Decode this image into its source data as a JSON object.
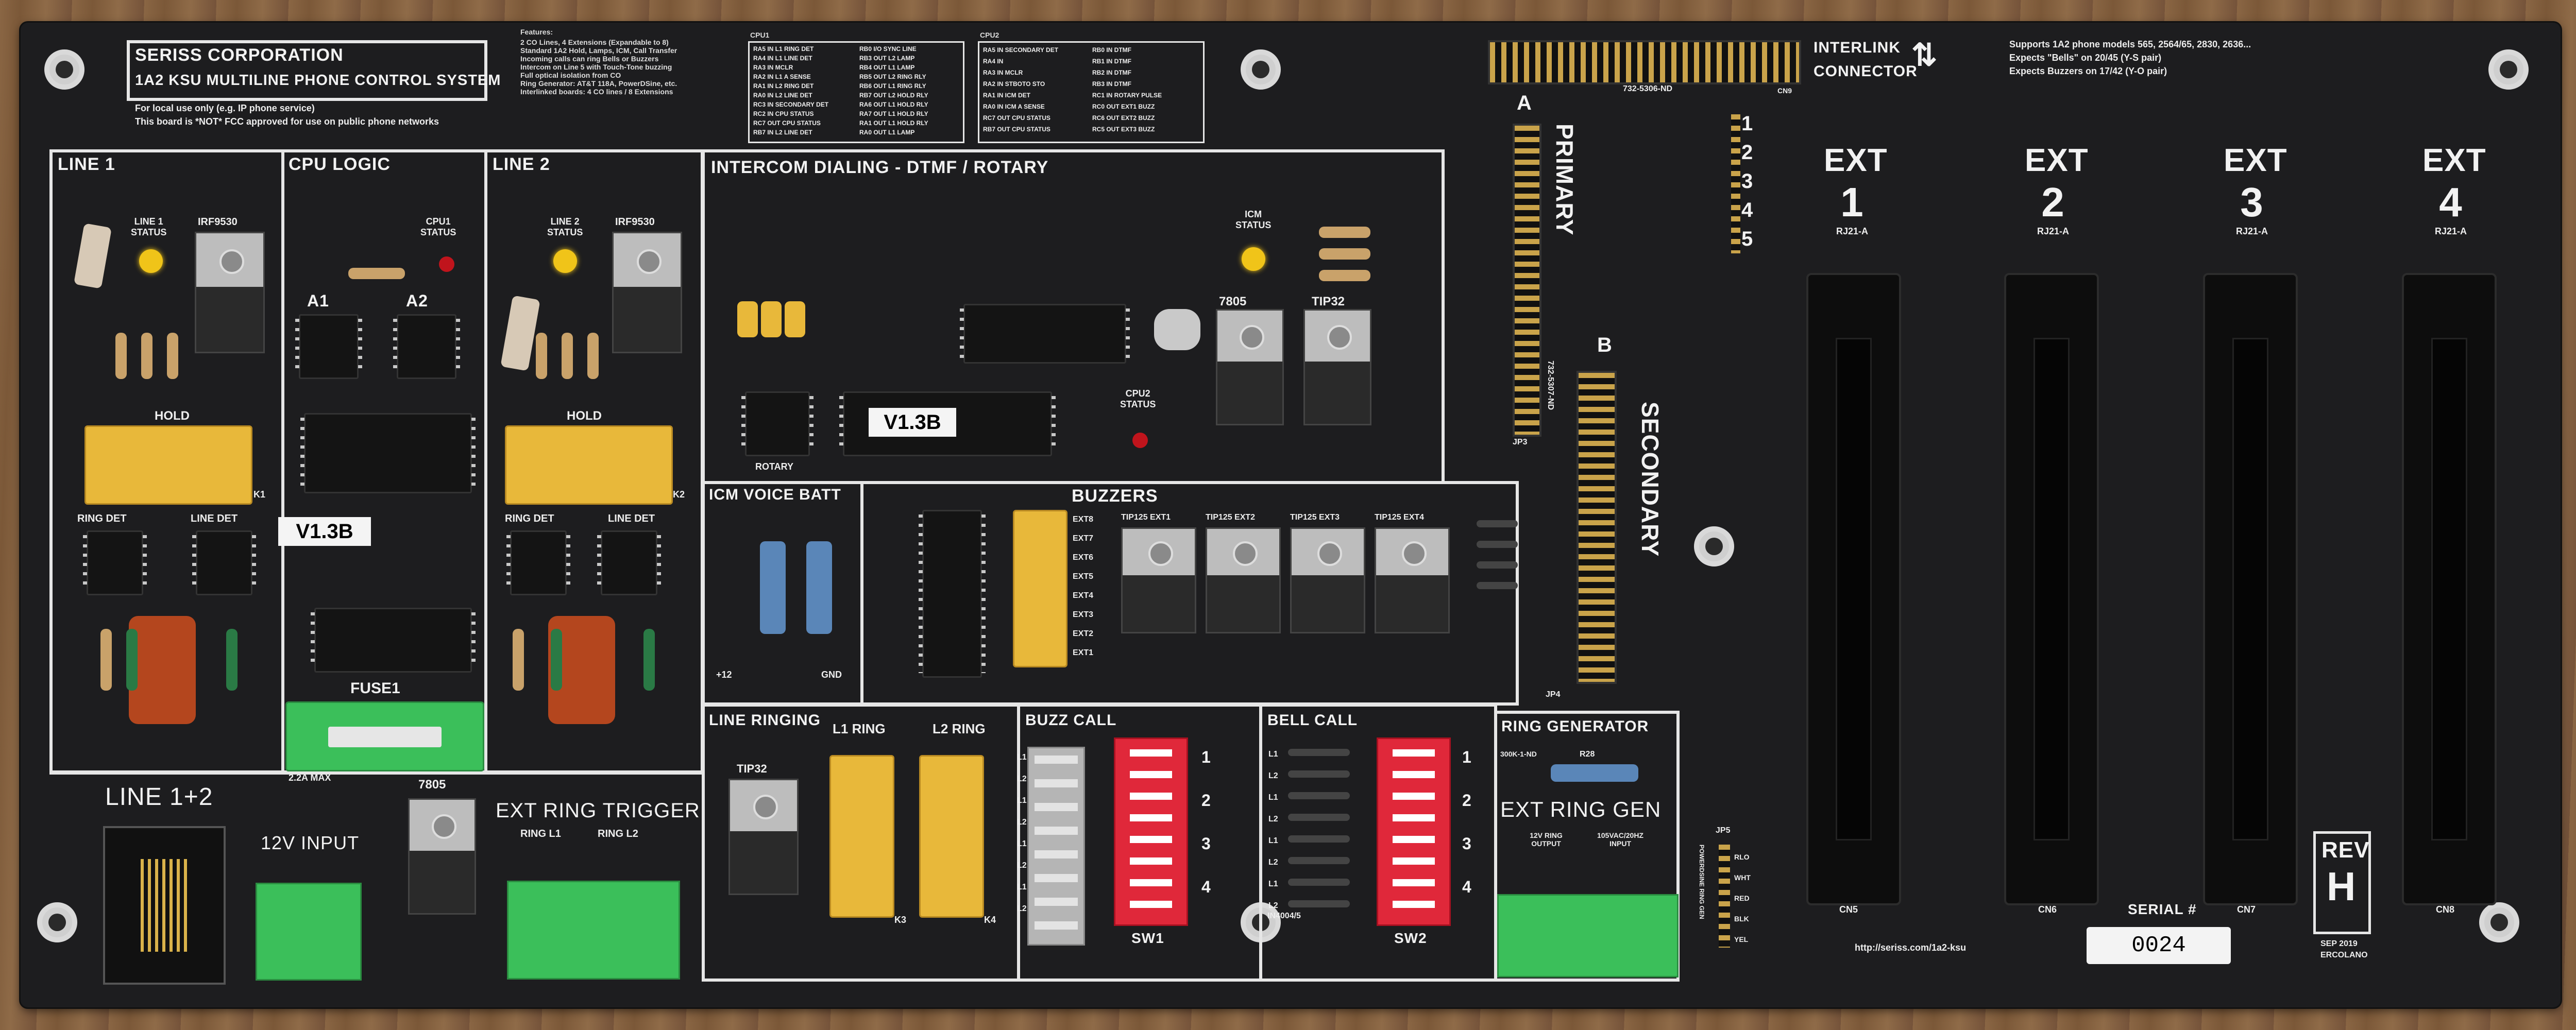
{
  "board": {
    "company": "SERISS CORPORATION",
    "product": "1A2 KSU MULTILINE PHONE CONTROL SYSTEM",
    "note1": "For local use only (e.g. IP phone service)",
    "note2": "This board is *NOT* FCC approved for use on public phone networks",
    "features_title": "Features:",
    "features": [
      "2 CO Lines, 4 Extensions (Expandable to 8)",
      "Standard 1A2 Hold, Lamps, ICM, Call Transfer",
      "Incoming calls can ring Bells or Buzzers",
      "Intercom on Line 5 with Touch-Tone buzzing",
      "Full optical isolation from CO",
      "Ring Generator: AT&T 118A, PowerDSine, etc.",
      "Interlinked boards: 4 CO lines / 8 Extensions"
    ],
    "supports": "Supports 1A2 phone models 565, 2564/65, 2830, 2636...",
    "expects1": "Expects \"Bells\" on 20/45 (Y-S pair)",
    "expects2": "Expects Buzzers on 17/42 (Y-O pair)",
    "url": "http://seriss.com/1a2-ksu",
    "rev_label": "REV",
    "rev": "H",
    "rev_date": "SEP 2019",
    "rev_author": "ERCOLANO",
    "serial_label": "SERIAL #",
    "serial": "0024"
  },
  "cpu1_table": {
    "title": "CPU1",
    "rows": [
      "RA5 IN  L1 RING DET",
      "RA4 IN  L1 LINE DET",
      "RA3 IN  MCLR",
      "RA2 IN  L1 A SENSE",
      "RA1 IN  L2 RING DET",
      "RA0 IN  L2 LINE DET",
      "RC3 IN  SECONDARY DET",
      "RC2 IN  CPU STATUS",
      "RC7 OUT CPU STATUS",
      "RB7 IN  L2 LINE DET"
    ],
    "rows2": [
      "RB0 I/O SYNC LINE",
      "RB3 OUT L2 LAMP",
      "RB4 OUT L1 LAMP",
      "RB5 OUT L2 RING RLY",
      "RB6 OUT L1 RING RLY",
      "RB7 OUT L2 HOLD RLY",
      "RA6 OUT L1 HOLD RLY",
      "RA7 OUT L1 HOLD RLY",
      "RA1 OUT L1 HOLD RLY",
      "RA0 OUT L1 LAMP"
    ]
  },
  "cpu2_table": {
    "title": "CPU2",
    "rows": [
      "RA5 IN  SECONDARY DET",
      "RA4 IN",
      "RA3 IN  MCLR",
      "RA2 IN  STBOTO STO",
      "RA1 IN  ICM DET",
      "RA0 IN  ICM A SENSE",
      "RC7 OUT CPU STATUS",
      "RB7 OUT CPU STATUS"
    ],
    "rows2": [
      "RB0 IN  DTMF",
      "RB1 IN  DTMF",
      "RB2 IN  DTMF",
      "RB3 IN  DTMF",
      "RC1 IN  ROTARY PULSE",
      "RC0 OUT EXT1 BUZZ",
      "RC6 OUT EXT2 BUZZ",
      "RC5 OUT EXT3 BUZZ"
    ]
  },
  "sections": {
    "line1": "LINE 1",
    "cpu_logic": "CPU LOGIC",
    "line2": "LINE 2",
    "intercom": "INTERCOM DIALING - DTMF / ROTARY",
    "icm_voice_batt": "ICM VOICE BATT",
    "buzzers": "BUZZERS",
    "line_ringing": "LINE RINGING",
    "buzz_call": "BUZZ CALL",
    "bell_call": "BELL CALL",
    "ring_generator": "RING GENERATOR",
    "ext_ring_gen": "EXT RING GEN",
    "line12": "LINE 1+2",
    "input12v": "12V INPUT",
    "ext_ring_trigger": "EXT RING TRIGGER",
    "interlink": "INTERLINK",
    "connector": "CONNECTOR",
    "primary": "PRIMARY",
    "secondary": "SECONDARY",
    "fuse": "FUSE1",
    "fuse_rating": "2.2A MAX"
  },
  "labels": {
    "line1_status": "LINE 1",
    "status": "STATUS",
    "line2_status": "LINE 2",
    "cpu1_status": "CPU1",
    "cpu2_status": "CPU2",
    "icm_status": "ICM",
    "hold": "HOLD",
    "ring_det": "RING DET",
    "line_det": "LINE DET",
    "version": "V1.3B",
    "irf9530": "IRF9530",
    "r7805": "7805",
    "tip32": "TIP32",
    "tip125": "TIP125",
    "rotary": "ROTARY",
    "l1_ring": "L1 RING",
    "l2_ring": "L2 RING",
    "sw1": "SW1",
    "sw2": "SW2",
    "k1": "K1",
    "k2": "K2",
    "k3": "K3",
    "k4": "K4",
    "ring_l1": "RING L1",
    "ring_l2": "RING L2",
    "plus12": "+12",
    "gnd": "GND",
    "ring_out": "12V RING OUTPUT",
    "ac_in": "105VAC/20HZ INPUT",
    "r28": "R28",
    "p300": "300K-1-ND",
    "part1": "732-5306-ND",
    "part2": "732-5307-ND",
    "jp3": "JP3",
    "jp4": "JP4",
    "jp5": "JP5",
    "a": "A",
    "b": "B",
    "cn9": "CN9",
    "in4004": "IN4004/5",
    "jp5_pins": [
      "RLO",
      "WHT",
      "RED",
      "BLK",
      "YEL"
    ],
    "powerdsine": "POWERDSINE RING GEN"
  },
  "extensions": [
    {
      "label": "EXT",
      "num": "1",
      "conn": "RJ21-A",
      "cn": "CN5"
    },
    {
      "label": "EXT",
      "num": "2",
      "conn": "RJ21-A",
      "cn": "CN6"
    },
    {
      "label": "EXT",
      "num": "3",
      "conn": "RJ21-A",
      "cn": "CN7"
    },
    {
      "label": "EXT",
      "num": "4",
      "conn": "RJ21-A",
      "cn": "CN8"
    }
  ],
  "lamp_numbers": [
    "1",
    "2",
    "3",
    "4",
    "5"
  ],
  "buzz_ext": [
    "1",
    "2",
    "3",
    "4"
  ],
  "buzz_rows": [
    "EXT8",
    "EXT7",
    "EXT6",
    "EXT5",
    "EXT4",
    "EXT3",
    "EXT2",
    "EXT1"
  ],
  "buzzer_ext_labels": [
    "EXT1",
    "EXT2",
    "EXT3",
    "EXT4"
  ],
  "call_lines": [
    "L1",
    "L2",
    "L1",
    "L2",
    "L1",
    "L2",
    "L1",
    "L2"
  ],
  "colors": {
    "board": "#1d1d1f",
    "silkscreen": "#f2f2f2",
    "relay": "#e8b83a",
    "terminal": "#3bbf5a",
    "dip": "#e0283a",
    "led_yellow": "#f0c419",
    "led_red": "#c0141c"
  }
}
